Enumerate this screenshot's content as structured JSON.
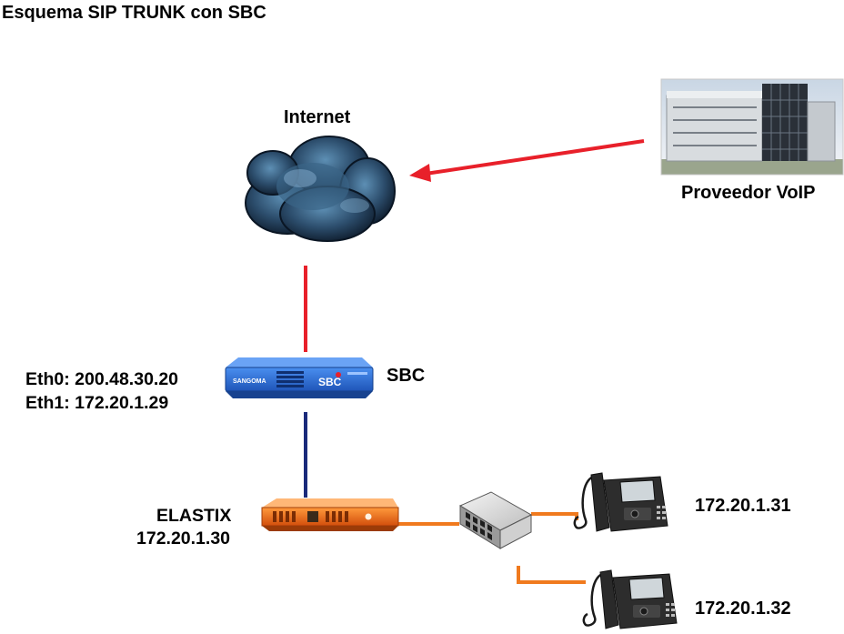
{
  "title": "Esquema SIP TRUNK con SBC",
  "nodes": {
    "internet": {
      "label": "Internet",
      "icon": "cloud-icon"
    },
    "provider": {
      "label": "Proveedor VoIP",
      "icon": "building-photo"
    },
    "sbc": {
      "label": "SBC",
      "eth0": "Eth0: 200.48.30.20",
      "eth1": "Eth1: 172.20.1.29",
      "icon": "sbc-appliance",
      "brand": "SANGOMA",
      "model": "SBC"
    },
    "elastix": {
      "label": "ELASTIX",
      "ip": "172.20.1.30",
      "icon": "elastix-appliance"
    },
    "switch": {
      "icon": "network-switch-icon"
    },
    "phone1": {
      "ip": "172.20.1.31",
      "icon": "ip-phone-icon"
    },
    "phone2": {
      "ip": "172.20.1.32",
      "icon": "ip-phone-icon"
    }
  },
  "colors": {
    "wan_link": "#e8202a",
    "sbc_lan_link": "#1a2a7a",
    "lan_link": "#f07a1e",
    "sbc_body": "#2b6fd6",
    "elastix_body": "#f06a1a"
  }
}
